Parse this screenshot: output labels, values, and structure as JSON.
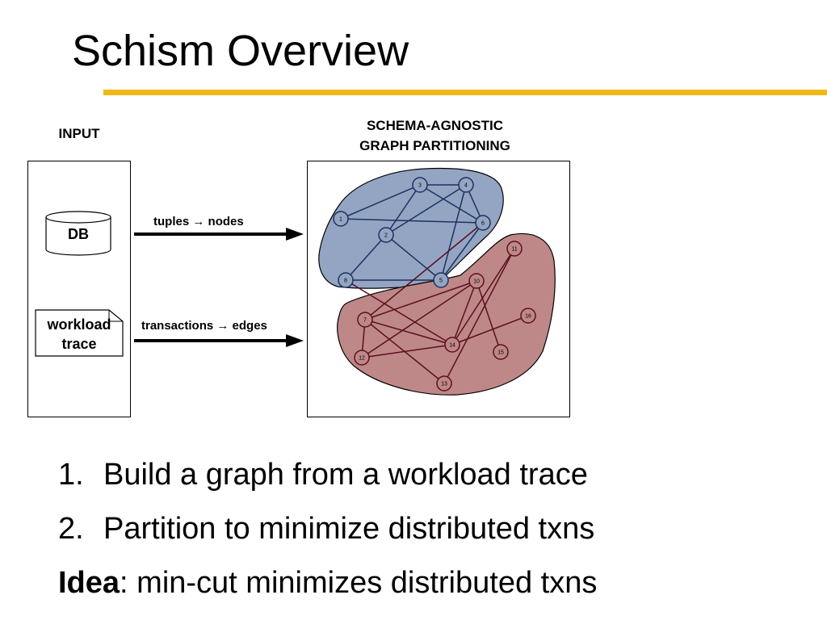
{
  "slide": {
    "title": "Schism Overview",
    "colors": {
      "rule": "#f2b818",
      "partition_a": "#94a5c3",
      "partition_b": "#bf8888",
      "edge_a": "#1c3260",
      "edge_b": "#5a1020"
    }
  },
  "input": {
    "label": "INPUT",
    "db_label": "DB",
    "trace_label_line1": "workload",
    "trace_label_line2": "trace"
  },
  "arrows": {
    "top": {
      "text": "tuples",
      "arrow": "→",
      "rest": "nodes"
    },
    "bottom": {
      "text": "transactions",
      "arrow": "→",
      "rest": "edges"
    }
  },
  "partitioning": {
    "label_line1": "SCHEMA-AGNOSTIC",
    "label_line2": "GRAPH PARTITIONING",
    "nodes": [
      "1",
      "2",
      "3",
      "4",
      "5",
      "6",
      "7",
      "8",
      "10",
      "11",
      "12",
      "13",
      "14",
      "15",
      "16"
    ]
  },
  "bullets": {
    "item1_num": "1.",
    "item1": "Build a graph from a workload trace",
    "item2_num": "2.",
    "item2": "Partition to minimize distributed txns",
    "idea_label": "Idea",
    "idea_text": ": min-cut minimizes distributed txns"
  }
}
